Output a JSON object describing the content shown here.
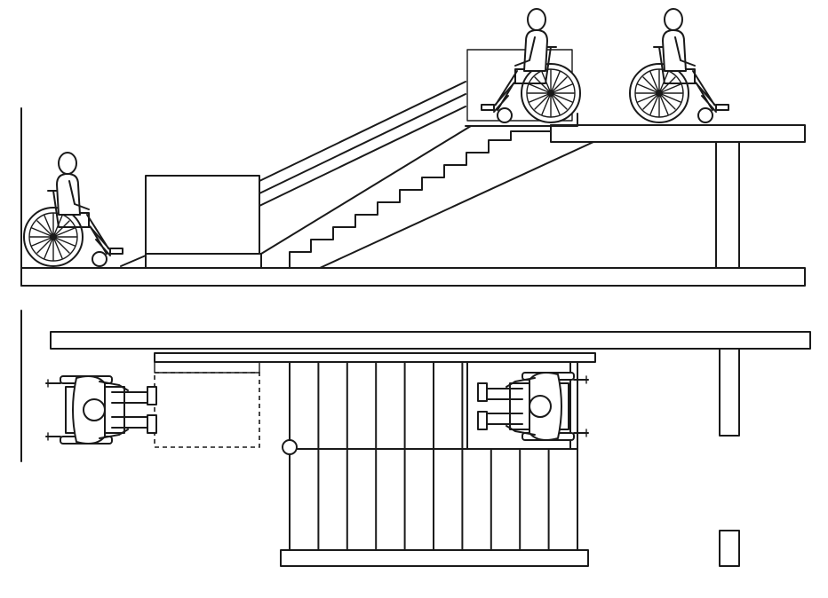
{
  "figure": {
    "views": [
      "elevation",
      "plan"
    ],
    "line_color": "#1a1a1a",
    "background": "#ffffff"
  },
  "elevation": {
    "stair_risers": 12,
    "wheelchair_users": 3,
    "rail_count": 3
  },
  "plan": {
    "stair_treads": 10,
    "wheelchair_users": 2
  }
}
